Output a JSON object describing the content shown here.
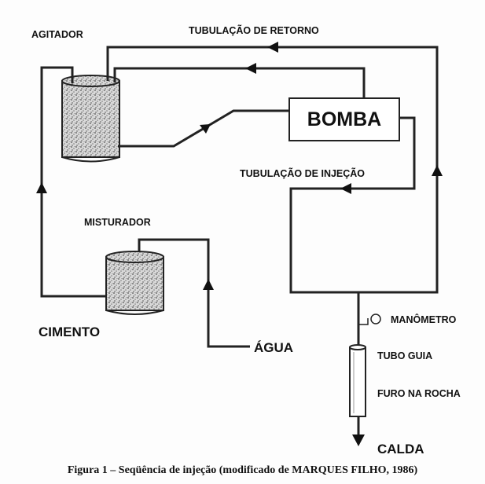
{
  "labels": {
    "agitador": "AGITADOR",
    "tubulacao_retorno": "TUBULAÇÃO DE RETORNO",
    "bomba": "BOMBA",
    "tubulacao_injecao": "TUBULAÇÃO DE INJEÇÃO",
    "misturador": "MISTURADOR",
    "cimento": "CIMENTO",
    "agua": "ÁGUA",
    "manometro": "MANÔMETRO",
    "tubo_guia": "TUBO GUIA",
    "furo_na_rocha": "FURO NA ROCHA",
    "calda": "CALDA"
  },
  "caption": "Figura 1 – Seqüência de injeção (modificado de MARQUES FILHO, 1986)"
}
